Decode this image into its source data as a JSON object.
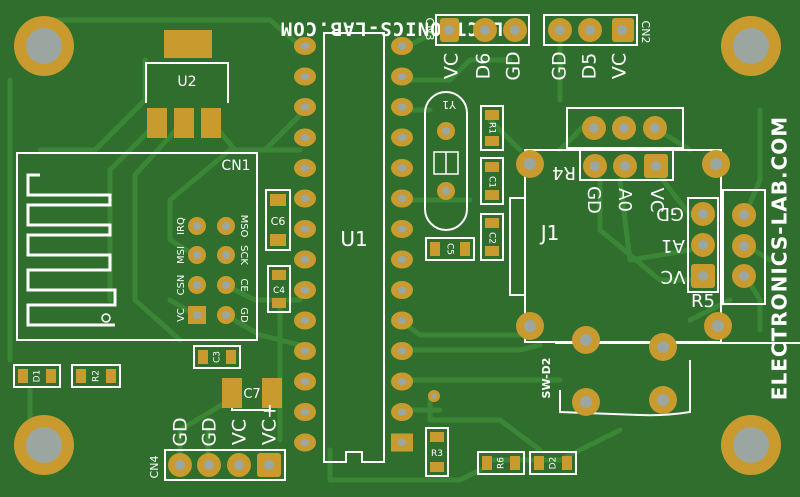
{
  "board": {
    "website": "ELECTRONICS-LAB.COM",
    "website_side": "ELECTRONICS-LAB.COM",
    "colors": {
      "board": "#2f6e2c",
      "trace": "#3b8636",
      "pad": "#c99a2e",
      "silk": "#ffffff",
      "hole": "#9ca6a0"
    }
  },
  "labels": {
    "u2": "U2",
    "u1": "U1",
    "cn1": "CN1",
    "cn2": "CN2",
    "cn3": "CN3",
    "cn4": "CN4",
    "j1": "J1",
    "r1": "R1",
    "r2": "R2",
    "r3": "R3",
    "r4": "R4",
    "r5": "R5",
    "r6": "R6",
    "c1": "C1",
    "c2": "C2",
    "c3": "C3",
    "c4": "C4",
    "c5": "C5",
    "c6": "C6",
    "c7": "C7",
    "d1": "D1",
    "d2": "D2",
    "y1": "Y1",
    "sw": "SW-D2"
  },
  "pins": {
    "cn3": [
      "VC",
      "D6",
      "GD"
    ],
    "cn2": [
      "GD",
      "D5",
      "VC"
    ],
    "cn4": [
      "GD",
      "GD",
      "VC",
      "VC+"
    ],
    "r4": [
      "GD",
      "A0",
      "VC"
    ],
    "r5": [
      "GD",
      "A1",
      "VC"
    ],
    "cn1_left": [
      "IRQ",
      "MSI",
      "CSN",
      "VC"
    ],
    "cn1_right": [
      "MSO",
      "SCK",
      "CE",
      "GD"
    ]
  }
}
